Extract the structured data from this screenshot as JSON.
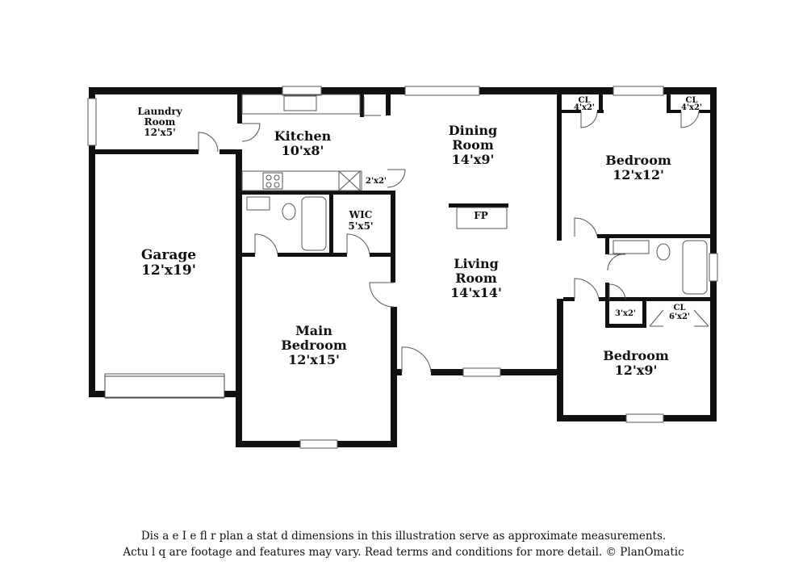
{
  "rooms": {
    "laundry": {
      "name_line1": "Laundry",
      "name_line2": "Room",
      "dims": "12'x5'"
    },
    "kitchen": {
      "name": "Kitchen",
      "dims": "10'x8'"
    },
    "dining": {
      "name": "Dining",
      "name_line2": "Room",
      "dims": "14'x9'"
    },
    "bedroom_ne": {
      "name": "Bedroom",
      "dims": "12'x12'"
    },
    "garage": {
      "name": "Garage",
      "dims": "12'x19'"
    },
    "wic": {
      "name": "WIC",
      "dims": "5'x5'"
    },
    "fireplace": {
      "name": "FP"
    },
    "living": {
      "name": "Living",
      "name_line2": "Room",
      "dims": "14'x14'"
    },
    "main_bedroom": {
      "name": "Main",
      "name_line2": "Bedroom",
      "dims": "12'x15'"
    },
    "bedroom_se": {
      "name": "Bedroom",
      "dims": "12'x9'"
    },
    "closet_pantry": {
      "dims": "2'x2'"
    },
    "closet_ne_1": {
      "name": "CL",
      "dims": "4'x2'"
    },
    "closet_ne_2": {
      "name": "CL",
      "dims": "4'x2'"
    },
    "closet_hall": {
      "dims": "3'x2'"
    },
    "closet_se": {
      "name": "CL",
      "dims": "6'x2'"
    }
  },
  "disclaimer": {
    "line1": "Dis a e I e fl r plan a stat d dimensions in this illustration serve as approximate measurements.",
    "line2": "Actu l q are footage and features may vary. Read terms and conditions for more detail. © PlanOmatic"
  }
}
